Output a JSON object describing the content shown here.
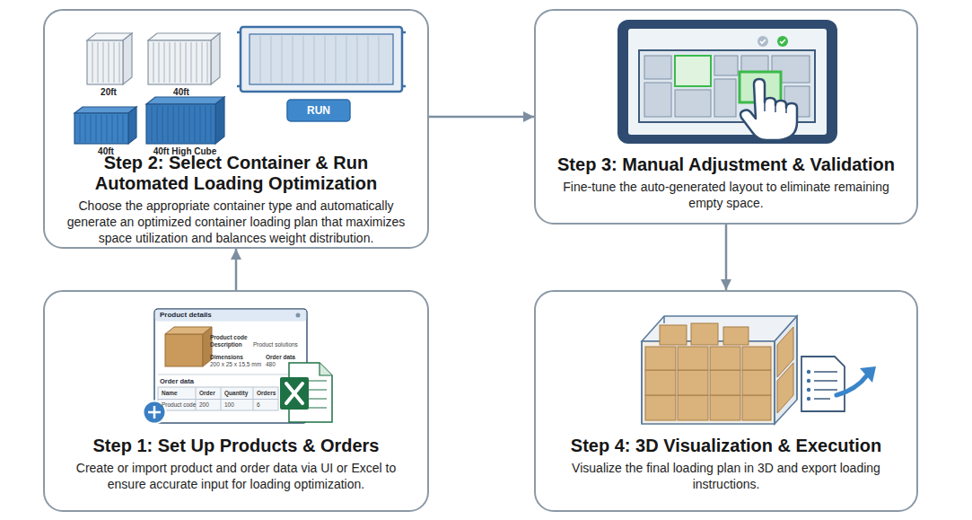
{
  "diagram": {
    "nodes": [
      {
        "text": [
          "Step 1: Set Up Products & Orders",
          "Create or import product and order data via UI or Excel to ensure accurate input for loading optimization."
        ]
      },
      {
        "text": [
          "Step 2: Select Container & Run Automated Loading Optimization",
          "Choose the appropriate container type and automatically generate an optimized container loading plan that maximizes space utilization and balances weight distribution."
        ]
      },
      {
        "text": [
          "Step 3: Manual Adjustment & Validation",
          "Fine-tune the auto-generated layout to eliminate remaining empty space."
        ]
      },
      {
        "text": [
          "Step 4: 3D Visualization & Execution",
          "Visualize the final loading plan in 3D and export loading instructions."
        ]
      }
    ],
    "edges": [
      {
        "from": 0,
        "to": 1,
        "arrow": "to"
      },
      {
        "from": 1,
        "to": 2,
        "arrow": "to"
      },
      {
        "from": 2,
        "to": 3,
        "arrow": "to"
      }
    ],
    "labels": [
      "20ft",
      "40ft",
      "40ft",
      "40ft High Cube",
      "RUN",
      "Product details",
      "Product code",
      "Description",
      "Product solutions",
      "Dimensions",
      "200 x 25 x 15.5 mm",
      "Order data",
      "480",
      "Order data",
      "Name",
      "Order",
      "Quantity",
      "Orders",
      "Product code",
      "200",
      "100",
      "6"
    ]
  }
}
